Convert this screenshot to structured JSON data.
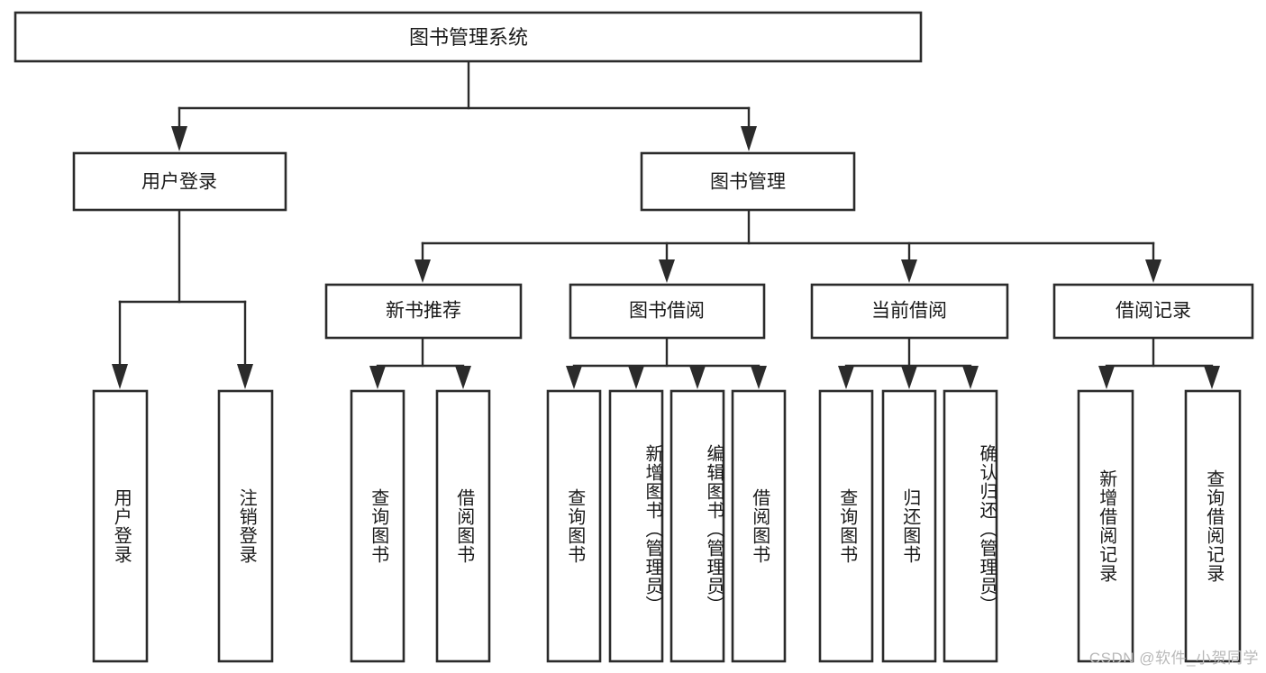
{
  "diagram": {
    "title": "图书管理系统",
    "type": "tree-hierarchy",
    "watermark": "CSDN @软件_小贺同学",
    "stroke_color": "#2b2b2b",
    "fill_color": "#ffffff",
    "text_color": "#1a1a1a",
    "watermark_color": "#b9b9b9",
    "root": {
      "label": "图书管理系统"
    },
    "level2": [
      {
        "label": "用户登录"
      },
      {
        "label": "图书管理"
      }
    ],
    "level3": [
      {
        "label": "新书推荐"
      },
      {
        "label": "图书借阅"
      },
      {
        "label": "当前借阅"
      },
      {
        "label": "借阅记录"
      }
    ],
    "leaves": {
      "user_login": [
        {
          "label": "用户登录"
        },
        {
          "label": "注销登录"
        }
      ],
      "new_book_recommend": [
        {
          "label": "查询图书"
        },
        {
          "label": "借阅图书"
        }
      ],
      "book_borrow": [
        {
          "label": "查询图书"
        },
        {
          "label": "新增图书（管理员）"
        },
        {
          "label": "编辑图书（管理员）"
        },
        {
          "label": "借阅图书"
        }
      ],
      "current_borrow": [
        {
          "label": "查询图书"
        },
        {
          "label": "归还图书"
        },
        {
          "label": "确认归还（管理员）"
        }
      ],
      "borrow_record": [
        {
          "label": "新增借阅记录"
        },
        {
          "label": "查询借阅记录"
        }
      ]
    }
  }
}
